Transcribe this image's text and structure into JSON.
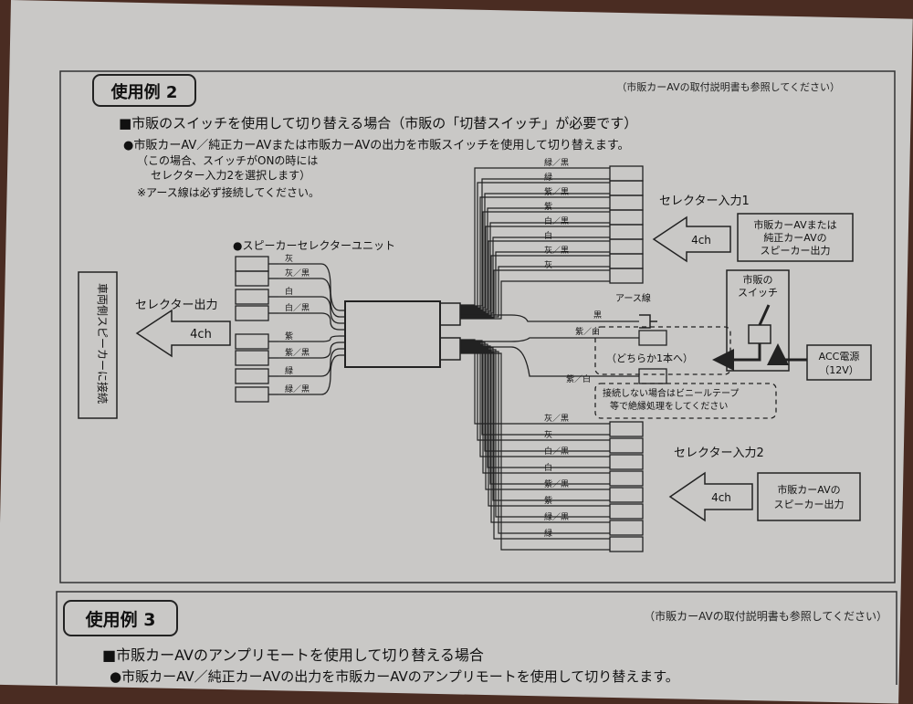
{
  "example2": {
    "badge": "使用例 2",
    "note": "（市販カーAVの取付説明書も参照してください）",
    "heading": "■市販のスイッチを使用して切り替える場合（市販の「切替スイッチ」が必要です）",
    "bullet": "●市販カーAV／純正カーAVまたは市販カーAVの出力を市販スイッチを使用して切り替えます。",
    "paren1": "（この場合、スイッチがONの時には",
    "paren2": "セレクター入力2を選択します）",
    "ground_note": "※アース線は必ず接続してください。"
  },
  "diagram": {
    "unit_label": "●スピーカーセレクターユニット",
    "vehicle_side": "車両側スピーカーに接続",
    "selector_output": "セレクター出力",
    "output_ch": "4ch",
    "left_wire_labels": [
      "灰",
      "灰／黒",
      "白",
      "白／黒",
      "紫",
      "紫／黒",
      "緑",
      "緑／黒"
    ],
    "input1_label": "セレクター入力1",
    "input1_ch": "4ch",
    "input1_box": [
      "市販カーAVまたは",
      "純正カーAVの",
      "スピーカー出力"
    ],
    "input1_wire_labels": [
      "緑／黒",
      "緑",
      "紫／黒",
      "紫",
      "白／黒",
      "白",
      "灰／黒",
      "灰"
    ],
    "earth_label": "アース線",
    "earth_wire": "黒",
    "switch_label": [
      "市販の",
      "スイッチ"
    ],
    "switch_wires": [
      "紫／白",
      "紫／白"
    ],
    "either_one": "（どちらか1本へ）",
    "insulate_note": [
      "接続しない場合はビニールテープ",
      "等で絶縁処理をしてください"
    ],
    "acc_label": [
      "ACC電源",
      "（12V）"
    ],
    "input2_label": "セレクター入力2",
    "input2_ch": "4ch",
    "input2_box": [
      "市販カーAVの",
      "スピーカー出力"
    ],
    "input2_wire_labels": [
      "灰／黒",
      "灰",
      "白／黒",
      "白",
      "紫／黒",
      "紫",
      "緑／黒",
      "緑"
    ]
  },
  "example3": {
    "badge": "使用例 3",
    "note": "（市販カーAVの取付説明書も参照してください）",
    "heading": "■市販カーAVのアンプリモートを使用して切り替える場合",
    "bullet": "●市販カーAV／純正カーAVの出力を市販カーAVのアンプリモートを使用して切り替えます。"
  }
}
